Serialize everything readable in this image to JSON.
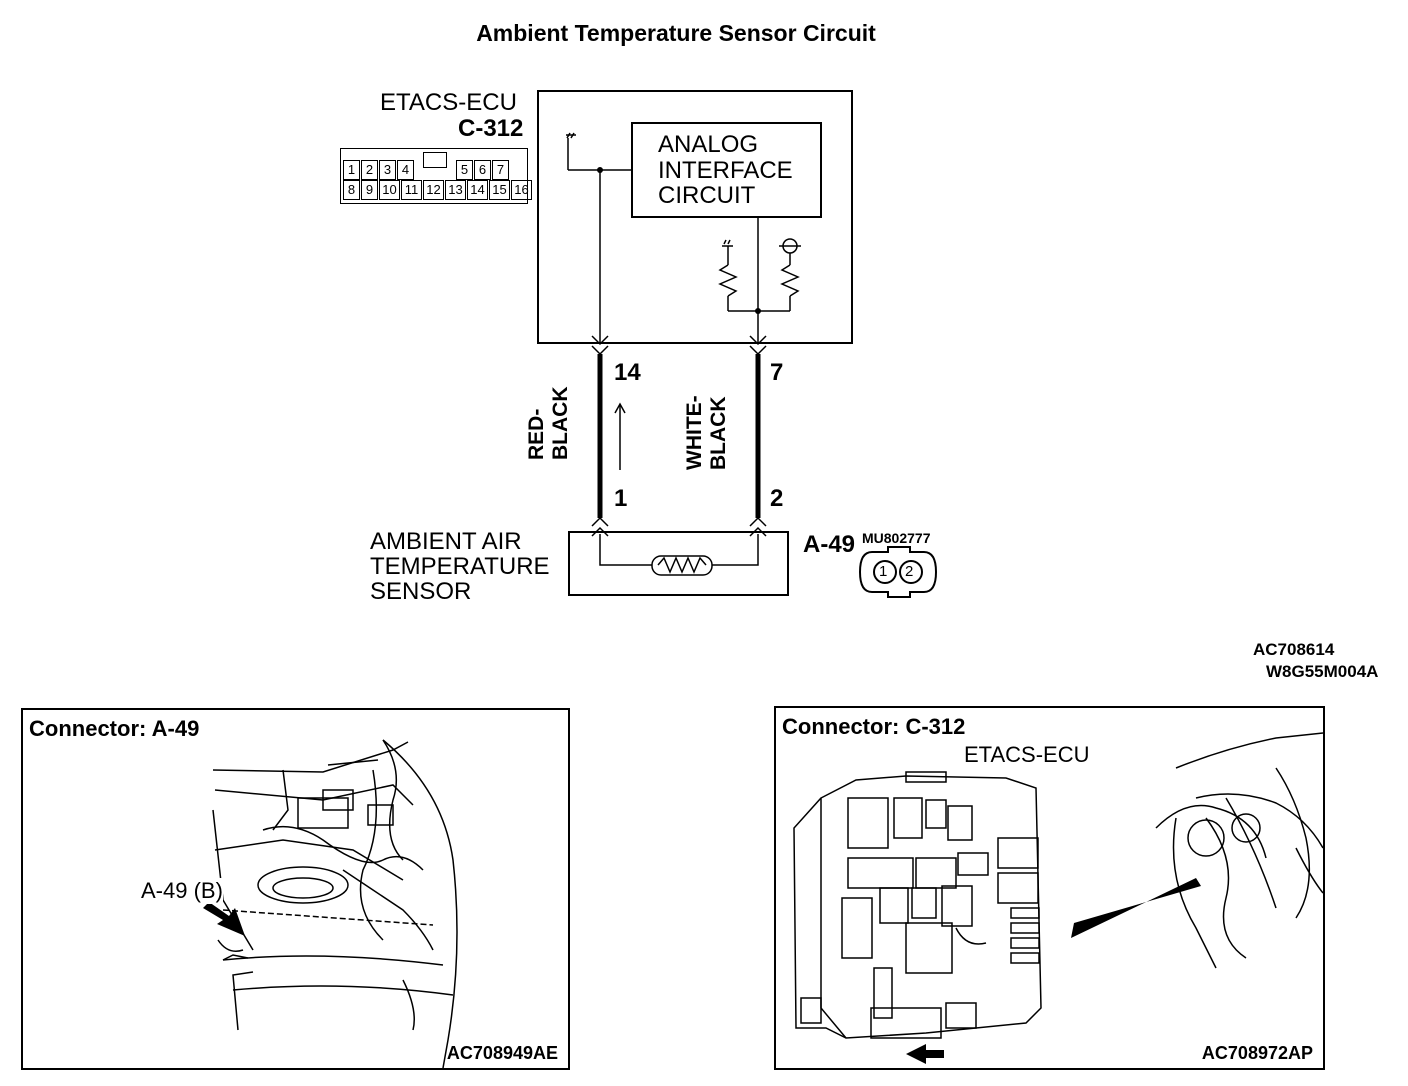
{
  "title": "Ambient Temperature Sensor Circuit",
  "ecu": {
    "name": "ETACS-ECU",
    "connector": "C-312",
    "pins_top": [
      "1",
      "2",
      "3",
      "4",
      "5",
      "6",
      "7"
    ],
    "pins_bottom": [
      "8",
      "9",
      "10",
      "11",
      "12",
      "13",
      "14",
      "15",
      "16"
    ],
    "interface_lines": [
      "ANALOG",
      "INTERFACE",
      "CIRCUIT"
    ]
  },
  "wires": [
    {
      "ecu_pin": "14",
      "sensor_pin": "1",
      "color_lines": [
        "RED-",
        "BLACK"
      ]
    },
    {
      "ecu_pin": "7",
      "sensor_pin": "2",
      "color_lines": [
        "WHITE-",
        "BLACK"
      ]
    }
  ],
  "sensor": {
    "name_lines": [
      "AMBIENT AIR",
      "TEMPERATURE",
      "SENSOR"
    ],
    "connector": "A-49",
    "part_number": "MU802777",
    "connector_pins": [
      "1",
      "2"
    ]
  },
  "codes": {
    "diagram": "AC708614",
    "ref": "W8G55M004A"
  },
  "panels": [
    {
      "title": "Connector: A-49",
      "callout": "A-49 (B)",
      "code": "AC708949AE"
    },
    {
      "title": "Connector: C-312",
      "subtitle": "ETACS-ECU",
      "code": "AC708972AP"
    }
  ]
}
